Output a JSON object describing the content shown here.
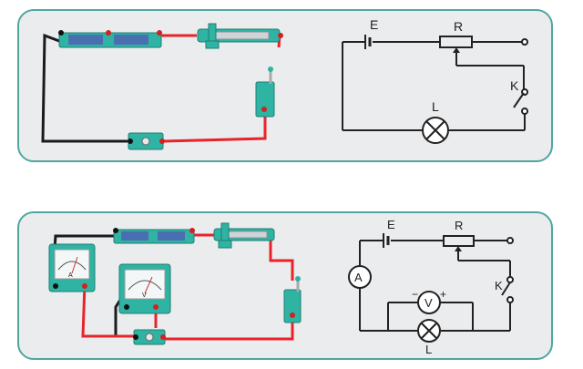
{
  "top": {
    "schematic": {
      "battery_label": "E",
      "rheostat_label": "R",
      "switch_label": "K",
      "lamp_label": "L"
    }
  },
  "bottom": {
    "schematic": {
      "battery_label": "E",
      "rheostat_label": "R",
      "switch_label": "K",
      "lamp_label": "L",
      "ammeter_symbol": "A",
      "voltmeter_symbol": "V",
      "voltmeter_minus": "−",
      "voltmeter_plus": "+"
    },
    "meters": {
      "ammeter_face": "A",
      "voltmeter_face": "V"
    }
  },
  "colors": {
    "panel_border": "#4fa7a0",
    "panel_fill": "#ebeced",
    "wire_red": "#e8232b",
    "wire_black": "#1a1a1a",
    "component_teal": "#2fb3a3"
  }
}
